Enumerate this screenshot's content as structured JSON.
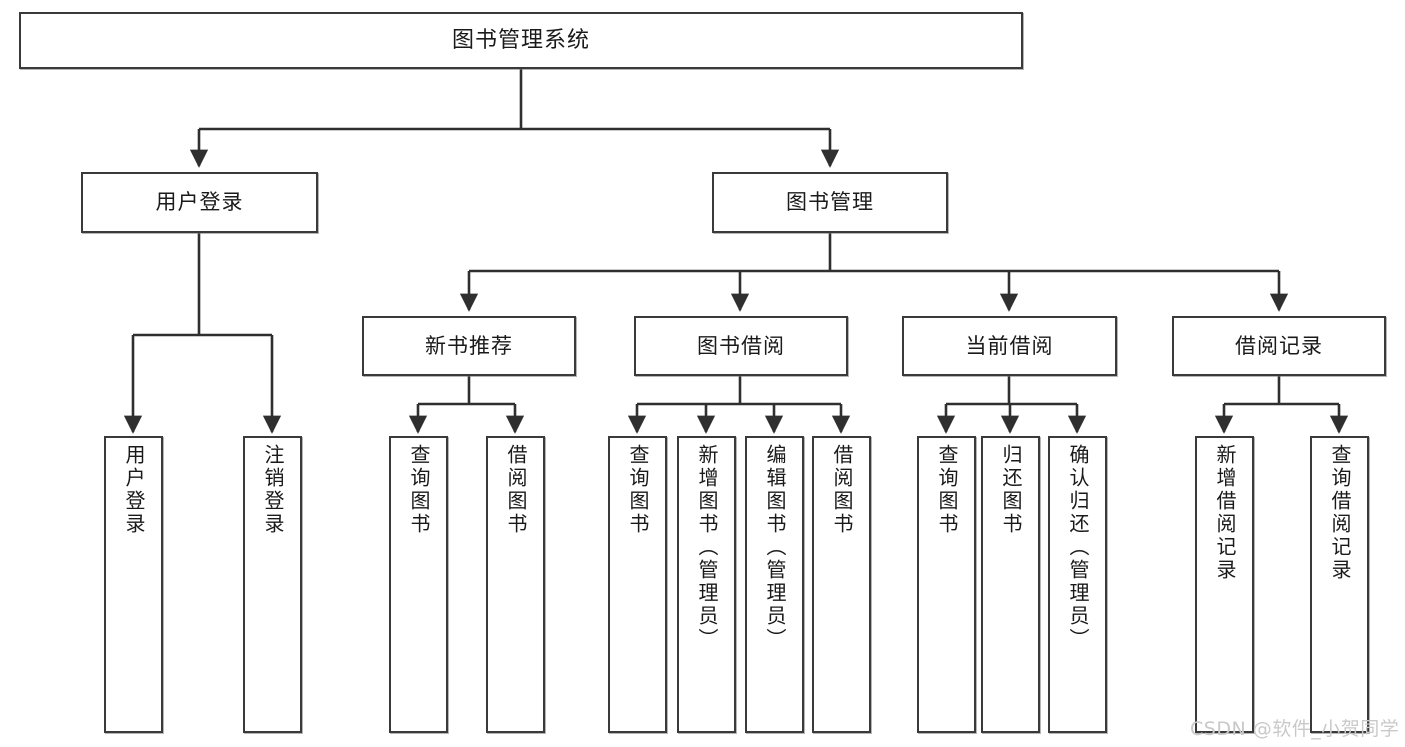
{
  "diagram": {
    "type": "tree-hierarchy",
    "title": "图书管理系统",
    "watermark": "CSDN @软件_小贺同学",
    "colors": {
      "box_border": "#3a3a3a",
      "box_fill": "#ffffff",
      "connector": "#2f2f2f",
      "text": "#1a1a1a",
      "watermark": "#c9c9c9"
    },
    "root": {
      "label": "图书管理系统"
    },
    "level2": [
      {
        "id": "user-login",
        "label": "用户登录"
      },
      {
        "id": "book-manage",
        "label": "图书管理"
      }
    ],
    "level3": [
      {
        "id": "new-book-rec",
        "label": "新书推荐"
      },
      {
        "id": "book-borrow",
        "label": "图书借阅"
      },
      {
        "id": "current-borrow",
        "label": "当前借阅"
      },
      {
        "id": "borrow-record",
        "label": "借阅记录"
      }
    ],
    "leaves": {
      "user-login": [
        {
          "id": "leaf-user-login",
          "label": "用户登录"
        },
        {
          "id": "leaf-logout",
          "label": "注销登录"
        }
      ],
      "new-book-rec": [
        {
          "id": "leaf-query-book-1",
          "label": "查询图书"
        },
        {
          "id": "leaf-borrow-book-1",
          "label": "借阅图书"
        }
      ],
      "book-borrow": [
        {
          "id": "leaf-query-book-2",
          "label": "查询图书"
        },
        {
          "id": "leaf-add-book",
          "label": "新增图书（管理员）"
        },
        {
          "id": "leaf-edit-book",
          "label": "编辑图书（管理员）"
        },
        {
          "id": "leaf-borrow-book-2",
          "label": "借阅图书"
        }
      ],
      "current-borrow": [
        {
          "id": "leaf-query-book-3",
          "label": "查询图书"
        },
        {
          "id": "leaf-return-book",
          "label": "归还图书"
        },
        {
          "id": "leaf-confirm-return",
          "label": "确认归还（管理员）"
        }
      ],
      "borrow-record": [
        {
          "id": "leaf-add-record",
          "label": "新增借阅记录"
        },
        {
          "id": "leaf-query-record",
          "label": "查询借阅记录"
        }
      ]
    }
  }
}
